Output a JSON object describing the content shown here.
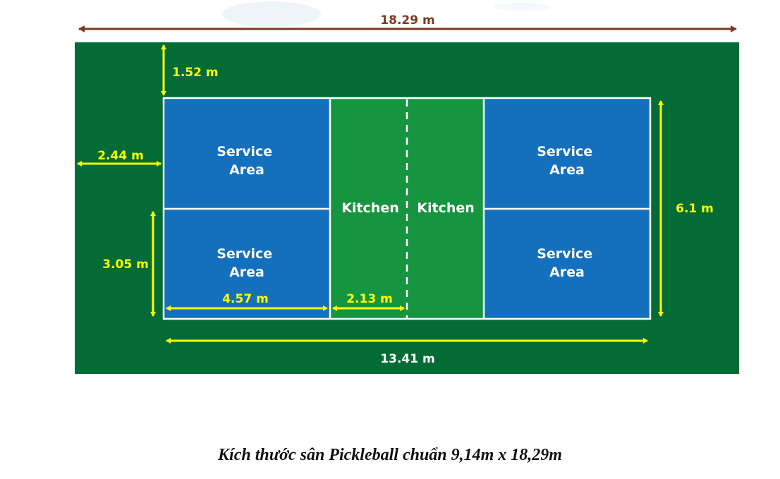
{
  "colors": {
    "surround": "#036b36",
    "kitchen": "#17943f",
    "service_area": "#1470bd",
    "court_line": "#ffffff",
    "arrow_yellow": "#ffff00",
    "arrow_brown": "#7a3a22"
  },
  "diagram": {
    "total_length": "18.29 m",
    "margin_top": "1.52 m",
    "margin_left": "2.44 m",
    "half_width": "3.05 m",
    "service_length": "4.57 m",
    "kitchen_length": "2.13 m",
    "court_width": "6.1 m",
    "court_length": "13.41 m",
    "zones": {
      "service_area_line1": "Service",
      "service_area_line2": "Area",
      "kitchen": "Kitchen"
    }
  },
  "caption": "Kích thước sân Pickleball chuẩn 9,14m x 18,29m"
}
